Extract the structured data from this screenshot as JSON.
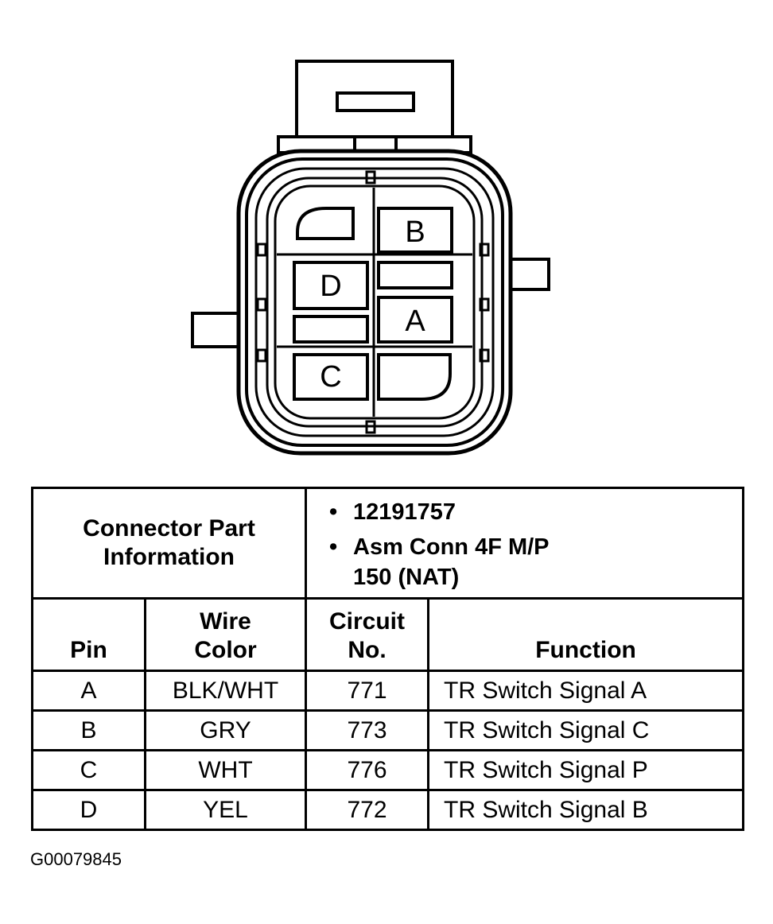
{
  "connector": {
    "pins": [
      {
        "id": "B",
        "label": "B"
      },
      {
        "id": "D",
        "label": "D"
      },
      {
        "id": "A",
        "label": "A"
      },
      {
        "id": "C",
        "label": "C"
      }
    ]
  },
  "table": {
    "part_info_label_line1": "Connector Part",
    "part_info_label_line2": "Information",
    "part_number": "12191757",
    "part_desc_line1": "Asm Conn 4F M/P",
    "part_desc_line2": "150 (NAT)",
    "headers": {
      "pin": "Pin",
      "wire_color_line1": "Wire",
      "wire_color_line2": "Color",
      "circuit_line1": "Circuit",
      "circuit_line2": "No.",
      "function": "Function"
    },
    "rows": [
      {
        "pin": "A",
        "wire_color": "BLK/WHT",
        "circuit": "771",
        "function": "TR Switch Signal A"
      },
      {
        "pin": "B",
        "wire_color": "GRY",
        "circuit": "773",
        "function": "TR Switch Signal C"
      },
      {
        "pin": "C",
        "wire_color": "WHT",
        "circuit": "776",
        "function": "TR Switch Signal P"
      },
      {
        "pin": "D",
        "wire_color": "YEL",
        "circuit": "772",
        "function": "TR Switch Signal B"
      }
    ]
  },
  "figure_id": "G00079845"
}
